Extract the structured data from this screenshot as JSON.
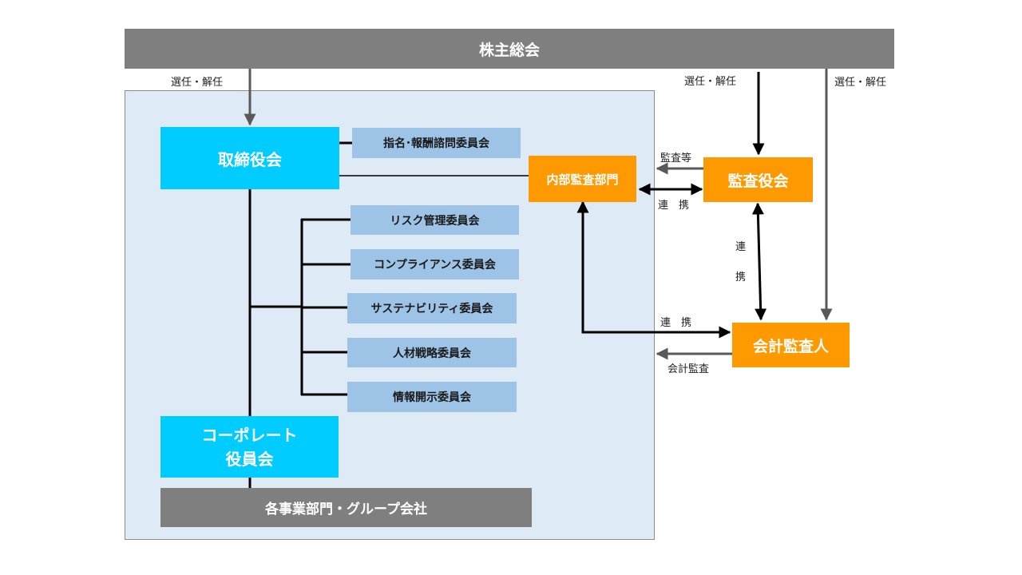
{
  "top": {
    "shareholders": "株主総会"
  },
  "board": {
    "directors": "取締役会",
    "corporate_officers": [
      "コーポレート",
      "役員会"
    ],
    "business_units": "各事業部門・グループ会社"
  },
  "committees": {
    "nomination": "指名･報酬諮問委員会",
    "list": [
      "リスク管理委員会",
      "コンプライアンス委員会",
      "サステナビリティ委員会",
      "人材戦略委員会",
      "情報開示委員会"
    ]
  },
  "audit": {
    "internal": "内部監査部門",
    "board": "監査役会",
    "accounting": "会計監査人"
  },
  "labels": {
    "elect_dismiss": "選任・解任",
    "audit_etc": "監査等",
    "cooperation": "連　携",
    "coop_v1": "連",
    "coop_v2": "携",
    "accounting_audit": "会計監査"
  },
  "colors": {
    "gray": "#7f7f7f",
    "cyan": "#00ccff",
    "light_blue": "#9dc3e6",
    "orange": "#ff9900",
    "panel": "#deebf7"
  }
}
